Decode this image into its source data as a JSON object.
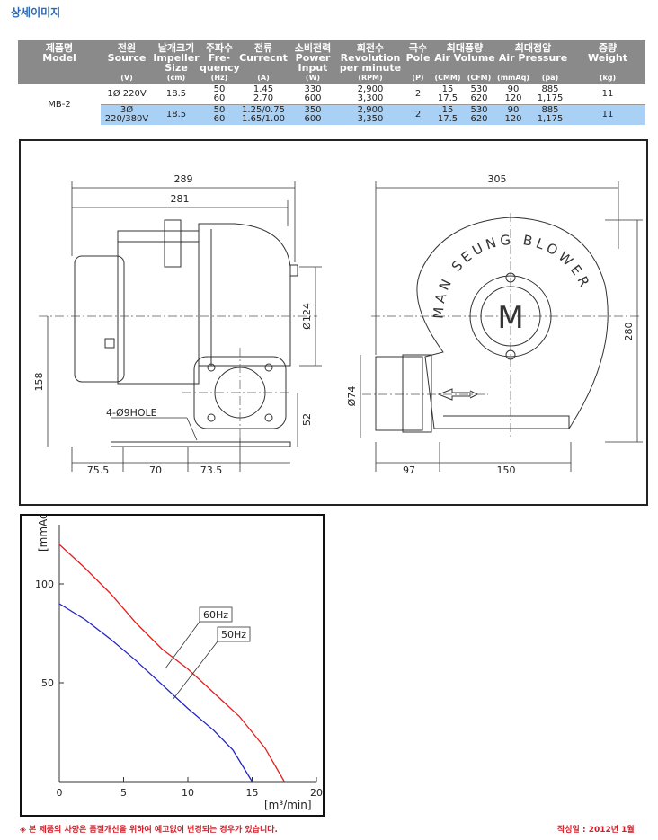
{
  "page_title": "상세이미지",
  "spec_table": {
    "headers": [
      {
        "ko": "제품명",
        "en": "Model",
        "unit": ""
      },
      {
        "ko": "전원",
        "en": "Source",
        "unit": "(V)"
      },
      {
        "ko": "날개크기",
        "en": "Impeller Size",
        "unit": "(cm)"
      },
      {
        "ko": "주파수",
        "en": "Fre-quency",
        "unit": "(Hz)"
      },
      {
        "ko": "전류",
        "en": "Currecnt",
        "unit": "(A)"
      },
      {
        "ko": "소비전력",
        "en": "Power Input",
        "unit": "(W)"
      },
      {
        "ko": "회전수",
        "en": "Revolution per minute",
        "unit": "(RPM)"
      },
      {
        "ko": "극수",
        "en": "Pole",
        "unit": "(P)"
      },
      {
        "ko": "최대풍량",
        "en": "Air Volume",
        "unit_a": "(CMM)",
        "unit_b": "(CFM)"
      },
      {
        "ko": "최대정압",
        "en": "Air Pressure",
        "unit_a": "(mmAq)",
        "unit_b": "(pa)"
      },
      {
        "ko": "중량",
        "en": "Weight",
        "unit": "(kg)"
      }
    ],
    "model": "MB-2",
    "rows": [
      {
        "source": "1Ø 220V",
        "size": "18.5",
        "freq": [
          "50",
          "60"
        ],
        "current": [
          "1.45",
          "2.70"
        ],
        "power": [
          "330",
          "600"
        ],
        "rpm": [
          "2,900",
          "3,300"
        ],
        "pole": "2",
        "cmm": [
          "15",
          "17.5"
        ],
        "cfm": [
          "530",
          "620"
        ],
        "mmaq": [
          "90",
          "120"
        ],
        "pa": [
          "885",
          "1,175"
        ],
        "weight": "11"
      },
      {
        "source": "3Ø 220/380V",
        "size": "18.5",
        "freq": [
          "50",
          "60"
        ],
        "current": [
          "1.25/0.75",
          "1.65/1.00"
        ],
        "power": [
          "350",
          "600"
        ],
        "rpm": [
          "2,900",
          "3,350"
        ],
        "pole": "2",
        "cmm": [
          "15",
          "17.5"
        ],
        "cfm": [
          "530",
          "620"
        ],
        "mmaq": [
          "90",
          "120"
        ],
        "pa": [
          "885",
          "1,175"
        ],
        "weight": "11"
      }
    ]
  },
  "drawing": {
    "brand_text": "MAN SEUNG BLOWER",
    "motor_letter": "M",
    "dimensions": {
      "d289": "289",
      "d281": "281",
      "d124": "Ø124",
      "d158": "158",
      "d52": "52",
      "hole": "4-Ø9HOLE",
      "d75_5": "75.5",
      "d70": "70",
      "d73_5": "73.5",
      "d305": "305",
      "d280": "280",
      "d74": "Ø74",
      "d97": "97",
      "d150": "150"
    }
  },
  "chart_data": {
    "type": "line",
    "xlabel": "[m³/min]",
    "ylabel": "[mmAq]",
    "xlim": [
      0,
      20
    ],
    "ylim": [
      0,
      130
    ],
    "xticks": [
      0,
      5,
      10,
      15,
      20
    ],
    "yticks": [
      50,
      100
    ],
    "series": [
      {
        "name": "60Hz",
        "color": "#e02020",
        "x": [
          0,
          2,
          4,
          6,
          8,
          10,
          12,
          14,
          16,
          17.5
        ],
        "y": [
          120,
          108,
          95,
          80,
          67,
          57,
          45,
          33,
          17,
          0
        ]
      },
      {
        "name": "50Hz",
        "color": "#2323c0",
        "x": [
          0,
          2,
          4,
          6,
          8,
          10,
          12,
          13.5,
          15
        ],
        "y": [
          90,
          82,
          72,
          61,
          49,
          37,
          26,
          16,
          0
        ]
      }
    ],
    "grid": false
  },
  "footer": {
    "note": "◈ 본 제품의 사양은 품질개선을 위하여 예고없이 변경되는 경우가 있습니다.",
    "date": "작성일 : 2012년 1월"
  }
}
